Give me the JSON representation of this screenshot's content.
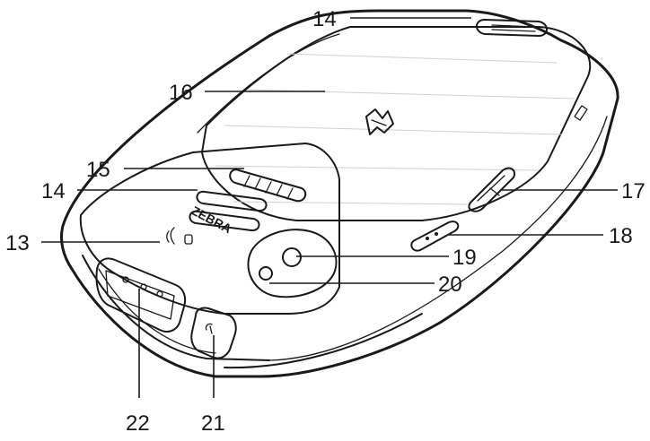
{
  "diagram": {
    "callouts": [
      {
        "id": "c14a",
        "label": "14"
      },
      {
        "id": "c16",
        "label": "16"
      },
      {
        "id": "c15",
        "label": "15"
      },
      {
        "id": "c14b",
        "label": "14"
      },
      {
        "id": "c13",
        "label": "13"
      },
      {
        "id": "c17",
        "label": "17"
      },
      {
        "id": "c18",
        "label": "18"
      },
      {
        "id": "c19",
        "label": "19"
      },
      {
        "id": "c20",
        "label": "20"
      },
      {
        "id": "c22",
        "label": "22"
      },
      {
        "id": "c21",
        "label": "21"
      }
    ],
    "logo_text": "ZEBRA",
    "colors": {
      "line": "#1a1a1a",
      "screen_fill": "#f4f4f4",
      "body_fill": "#ffffff"
    }
  }
}
